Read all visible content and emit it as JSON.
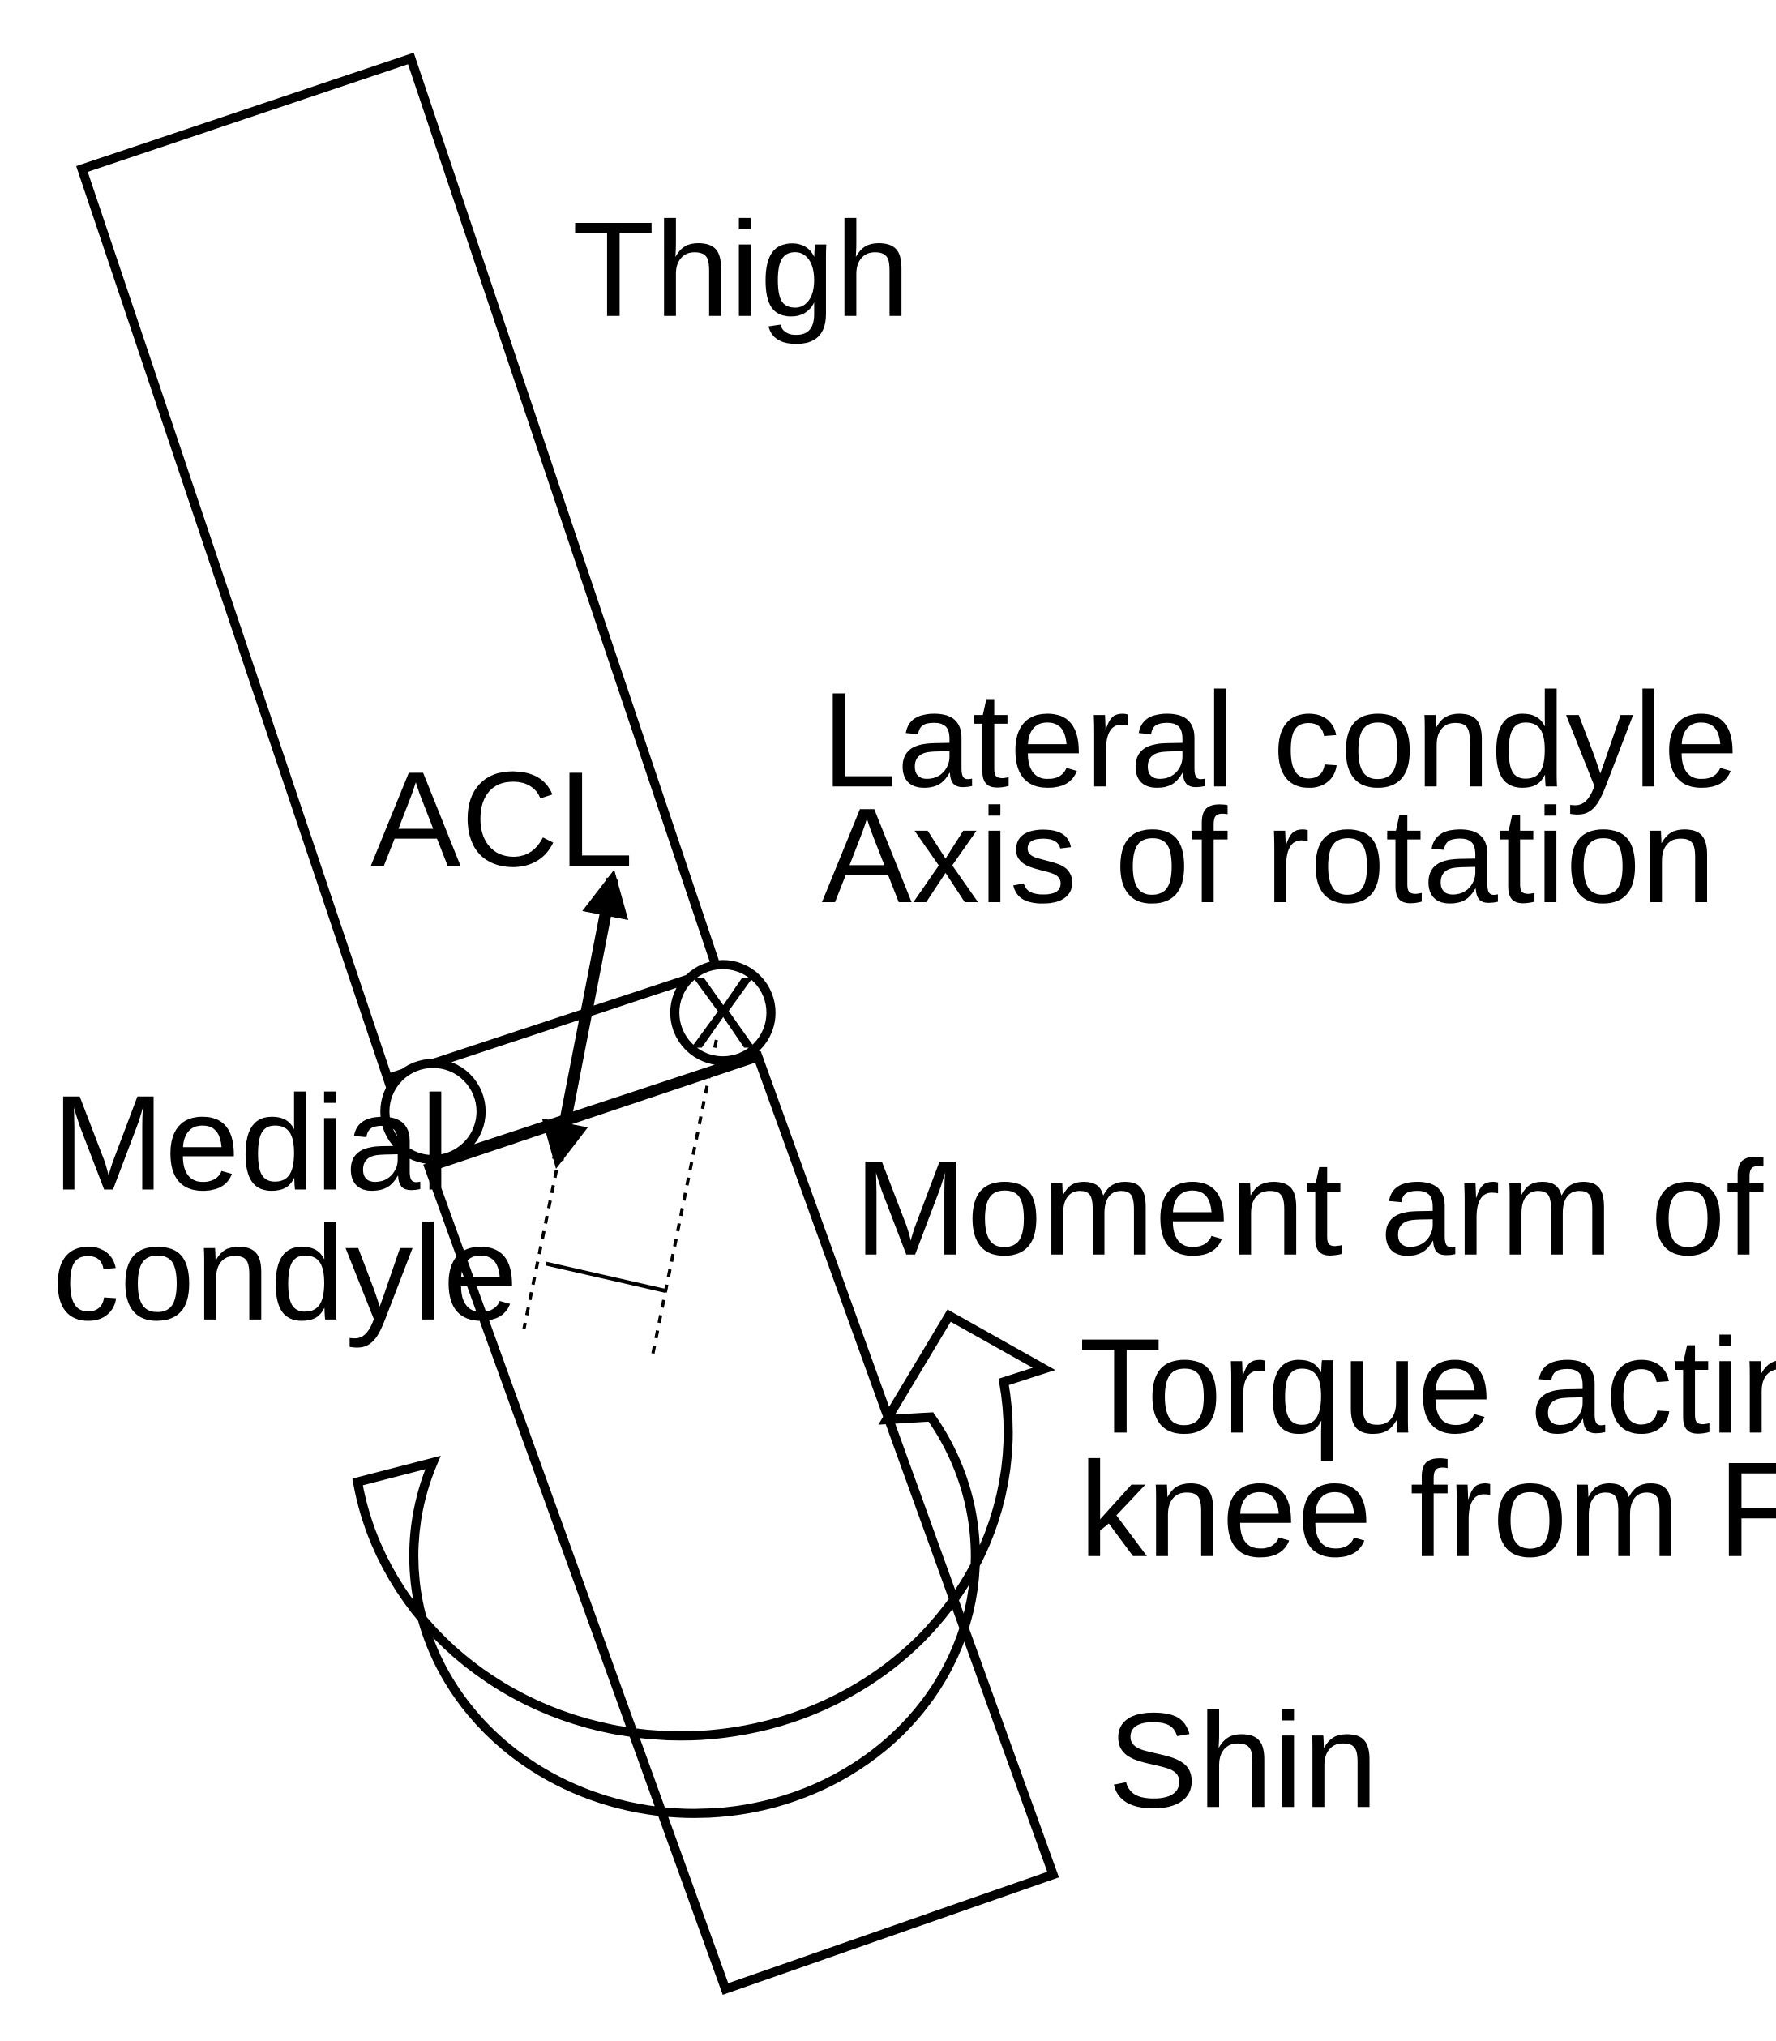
{
  "labels": {
    "thigh": "Thigh",
    "acl": "ACL",
    "lateral_condyle_line1": "Lateral condyle",
    "lateral_condyle_line2": "Axis of rotation",
    "medial_condyle_line1": "Medial",
    "medial_condyle_line2": "condyle",
    "moment_arm": "Moment arm of ACL",
    "torque_line1": "Torque acting on",
    "torque_line2": "knee from Fy",
    "shin": "Shin",
    "axis_marker": "X"
  },
  "colors": {
    "stroke": "#000000",
    "background": "#ffffff"
  }
}
